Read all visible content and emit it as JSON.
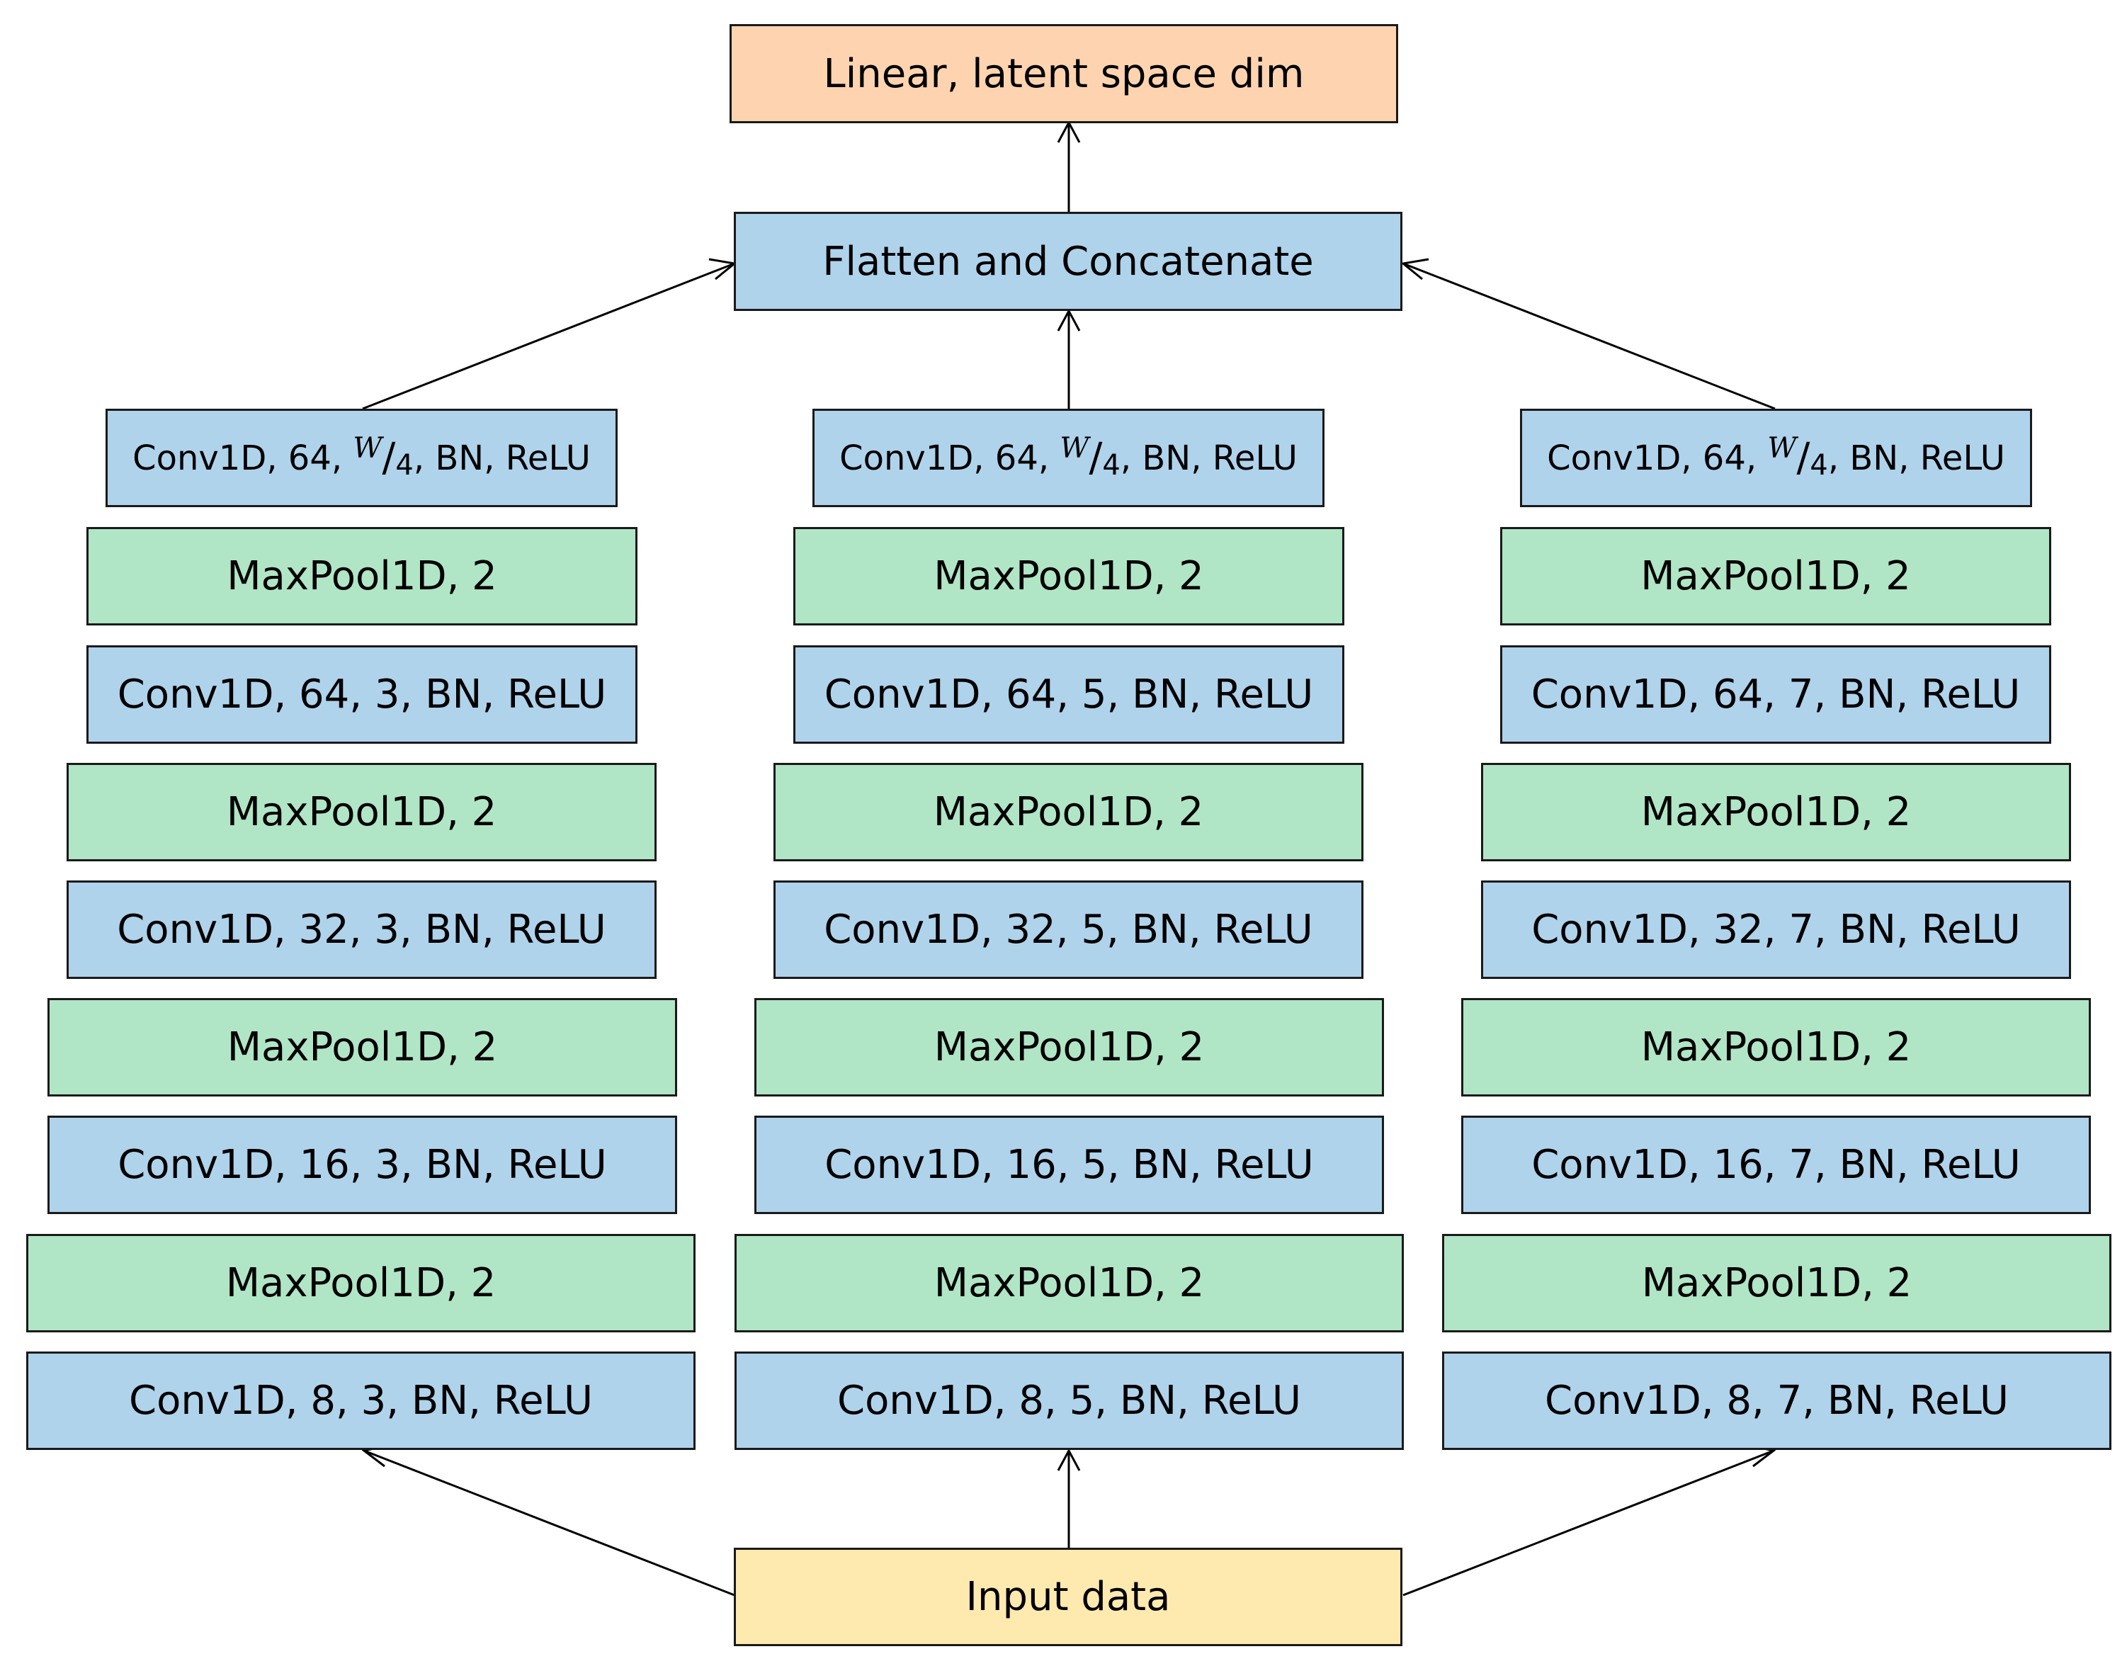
{
  "diagram": {
    "latent": "Linear, latent space dim",
    "flatten": "Flatten and Concatenate",
    "input": "Input data",
    "columns": [
      {
        "top_prefix": "Conv1D, 64,",
        "top_num": "W",
        "top_den": "4",
        "top_suffix": ", BN, ReLU",
        "pool4": "MaxPool1D, 2",
        "conv64": "Conv1D, 64, 3, BN, ReLU",
        "pool3": "MaxPool1D, 2",
        "conv32": "Conv1D, 32, 3, BN, ReLU",
        "pool2": "MaxPool1D, 2",
        "conv16": "Conv1D, 16, 3, BN, ReLU",
        "pool1": "MaxPool1D, 2",
        "conv8": "Conv1D, 8, 3, BN, ReLU"
      },
      {
        "top_prefix": "Conv1D, 64,",
        "top_num": "W",
        "top_den": "4",
        "top_suffix": ", BN, ReLU",
        "pool4": "MaxPool1D, 2",
        "conv64": "Conv1D, 64, 5, BN, ReLU",
        "pool3": "MaxPool1D, 2",
        "conv32": "Conv1D, 32, 5, BN, ReLU",
        "pool2": "MaxPool1D, 2",
        "conv16": "Conv1D, 16, 5, BN, ReLU",
        "pool1": "MaxPool1D, 2",
        "conv8": "Conv1D, 8, 5, BN, ReLU"
      },
      {
        "top_prefix": "Conv1D, 64,",
        "top_num": "W",
        "top_den": "4",
        "top_suffix": ", BN, ReLU",
        "pool4": "MaxPool1D, 2",
        "conv64": "Conv1D, 64, 7, BN, ReLU",
        "pool3": "MaxPool1D, 2",
        "conv32": "Conv1D, 32, 7, BN, ReLU",
        "pool2": "MaxPool1D, 2",
        "conv16": "Conv1D, 16, 7, BN, ReLU",
        "pool1": "MaxPool1D, 2",
        "conv8": "Conv1D, 8, 7, BN, ReLU"
      }
    ]
  },
  "colors": {
    "latent": "#fed4b0",
    "conv": "#b0d3ec",
    "pool": "#b0e6c6",
    "input": "#feeaaf",
    "border": "#1a1a1a"
  }
}
